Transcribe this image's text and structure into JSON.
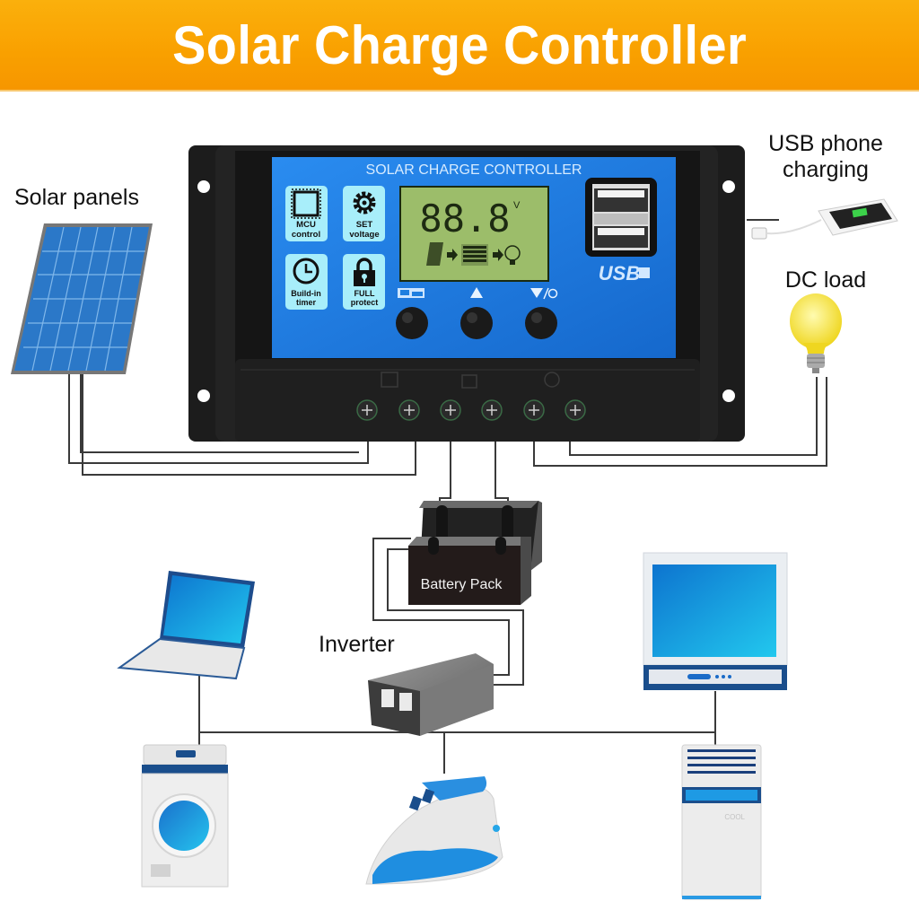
{
  "header": {
    "title": "Solar Charge Controller",
    "background_color": "#f9a000",
    "text_color": "#ffffff"
  },
  "controller": {
    "panel_title": "SOLAR CHARGE CONTROLLER",
    "panel_color": "#1f7fe0",
    "body_color": "#1e1e1e",
    "features": [
      {
        "icon": "chip-icon",
        "line1": "MCU",
        "line2": "control"
      },
      {
        "icon": "gear-icon",
        "line1": "SET",
        "line2": "voltage"
      },
      {
        "icon": "clock-icon",
        "line1": "Build-in",
        "line2": "timer"
      },
      {
        "icon": "lock-icon",
        "line1": "FULL",
        "line2": "protect"
      }
    ],
    "lcd": {
      "reading": "88.8",
      "unit": "V",
      "background_color": "#9cbd6a",
      "flow_icons": [
        "solar-panel-icon",
        "arrow-right-icon",
        "battery-bars-icon",
        "arrow-right-icon",
        "bulb-icon"
      ]
    },
    "buttons": [
      {
        "name": "menu-button",
        "symbol_icon": "menu-switch-icon"
      },
      {
        "name": "up-button",
        "symbol_icon": "triangle-up-icon"
      },
      {
        "name": "down-button",
        "symbol_icon": "triangle-down-light-icon"
      }
    ],
    "usb_label": "USB",
    "terminal_groups": [
      {
        "label_icon": "solar-panel-icon",
        "terminals": 2
      },
      {
        "label_icon": "battery-icon",
        "terminals": 2
      },
      {
        "label_icon": "bulb-icon",
        "terminals": 2
      }
    ]
  },
  "labels": {
    "solar_panels": "Solar panels",
    "usb_phone_line1": "USB phone",
    "usb_phone_line2": "charging",
    "dc_load": "DC load",
    "battery_pack": "Battery Pack",
    "inverter": "Inverter"
  },
  "appliances": [
    {
      "name": "laptop",
      "icon": "laptop-icon"
    },
    {
      "name": "tv",
      "icon": "tv-icon"
    },
    {
      "name": "washing-machine",
      "icon": "washing-machine-icon"
    },
    {
      "name": "iron",
      "icon": "iron-icon"
    },
    {
      "name": "air-conditioner",
      "icon": "air-conditioner-icon",
      "text": "COOL"
    }
  ],
  "colors": {
    "wire": "#3a3a3a",
    "solar_cell": "#2b78c8",
    "appliance_blue": "#1a8fd8",
    "bulb_yellow": "#f6e43a"
  }
}
